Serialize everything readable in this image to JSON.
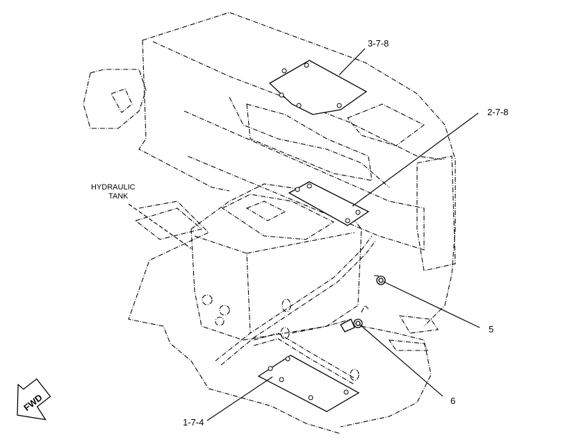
{
  "callouts": {
    "cover_top_rear": "3-7-8",
    "cover_top_mid": "2-7-8",
    "fitting_5": "5",
    "fitting_6": "6",
    "cover_bottom": "1-7-4"
  },
  "labels": {
    "hydraulic_line1": "HYDRAULIC",
    "hydraulic_line2": "TANK"
  },
  "direction": {
    "fwd": "FWD"
  }
}
